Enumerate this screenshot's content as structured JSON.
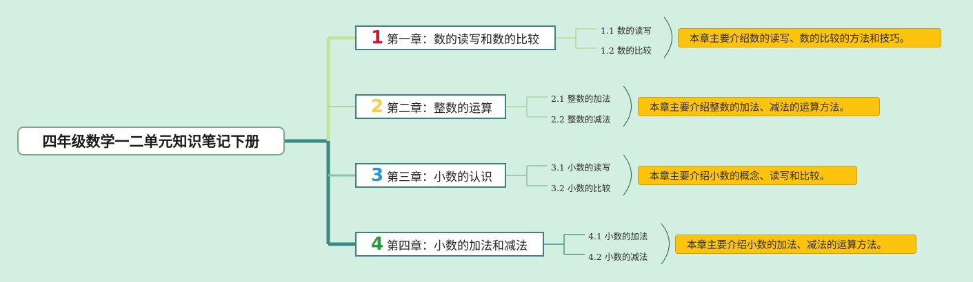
{
  "root": {
    "title": "四年级数学一二单元知识笔记下册"
  },
  "chapters": [
    {
      "number": "1",
      "number_color": "#d0192c",
      "title": "第一章：数的读写和数的比较",
      "sections": [
        "1.1 数的读写",
        "1.2 数的比较"
      ],
      "summary": "本章主要介绍数的读写、数的比较的方法和技巧。"
    },
    {
      "number": "2",
      "number_color": "#f2cf52",
      "title": "第二章：整数的运算",
      "sections": [
        "2.1 整数的加法",
        "2.2 整数的减法"
      ],
      "summary": "本章主要介绍整数的加法、减法的运算方法。"
    },
    {
      "number": "3",
      "number_color": "#2a91d6",
      "title": "第三章：小数的认识",
      "sections": [
        "3.1 小数的读写",
        "3.2 小数的比较"
      ],
      "summary": "本章主要介绍小数的概念、读写和比较。"
    },
    {
      "number": "4",
      "number_color": "#2a9a3a",
      "title": "第四章：小数的加法和减法",
      "sections": [
        "4.1 小数的加法",
        "4.2 小数的减法"
      ],
      "summary": "本章主要介绍小数的加法、减法的运算方法。"
    }
  ],
  "colors": {
    "background": "#d3efe1",
    "trunk": "#3a8a80",
    "branch_1": "#c3e39a",
    "branch_2": "#a8d7a4",
    "branch_3": "#86c3a0",
    "branch_4": "#3a8a80",
    "summary_fill": "#fcc30f"
  }
}
